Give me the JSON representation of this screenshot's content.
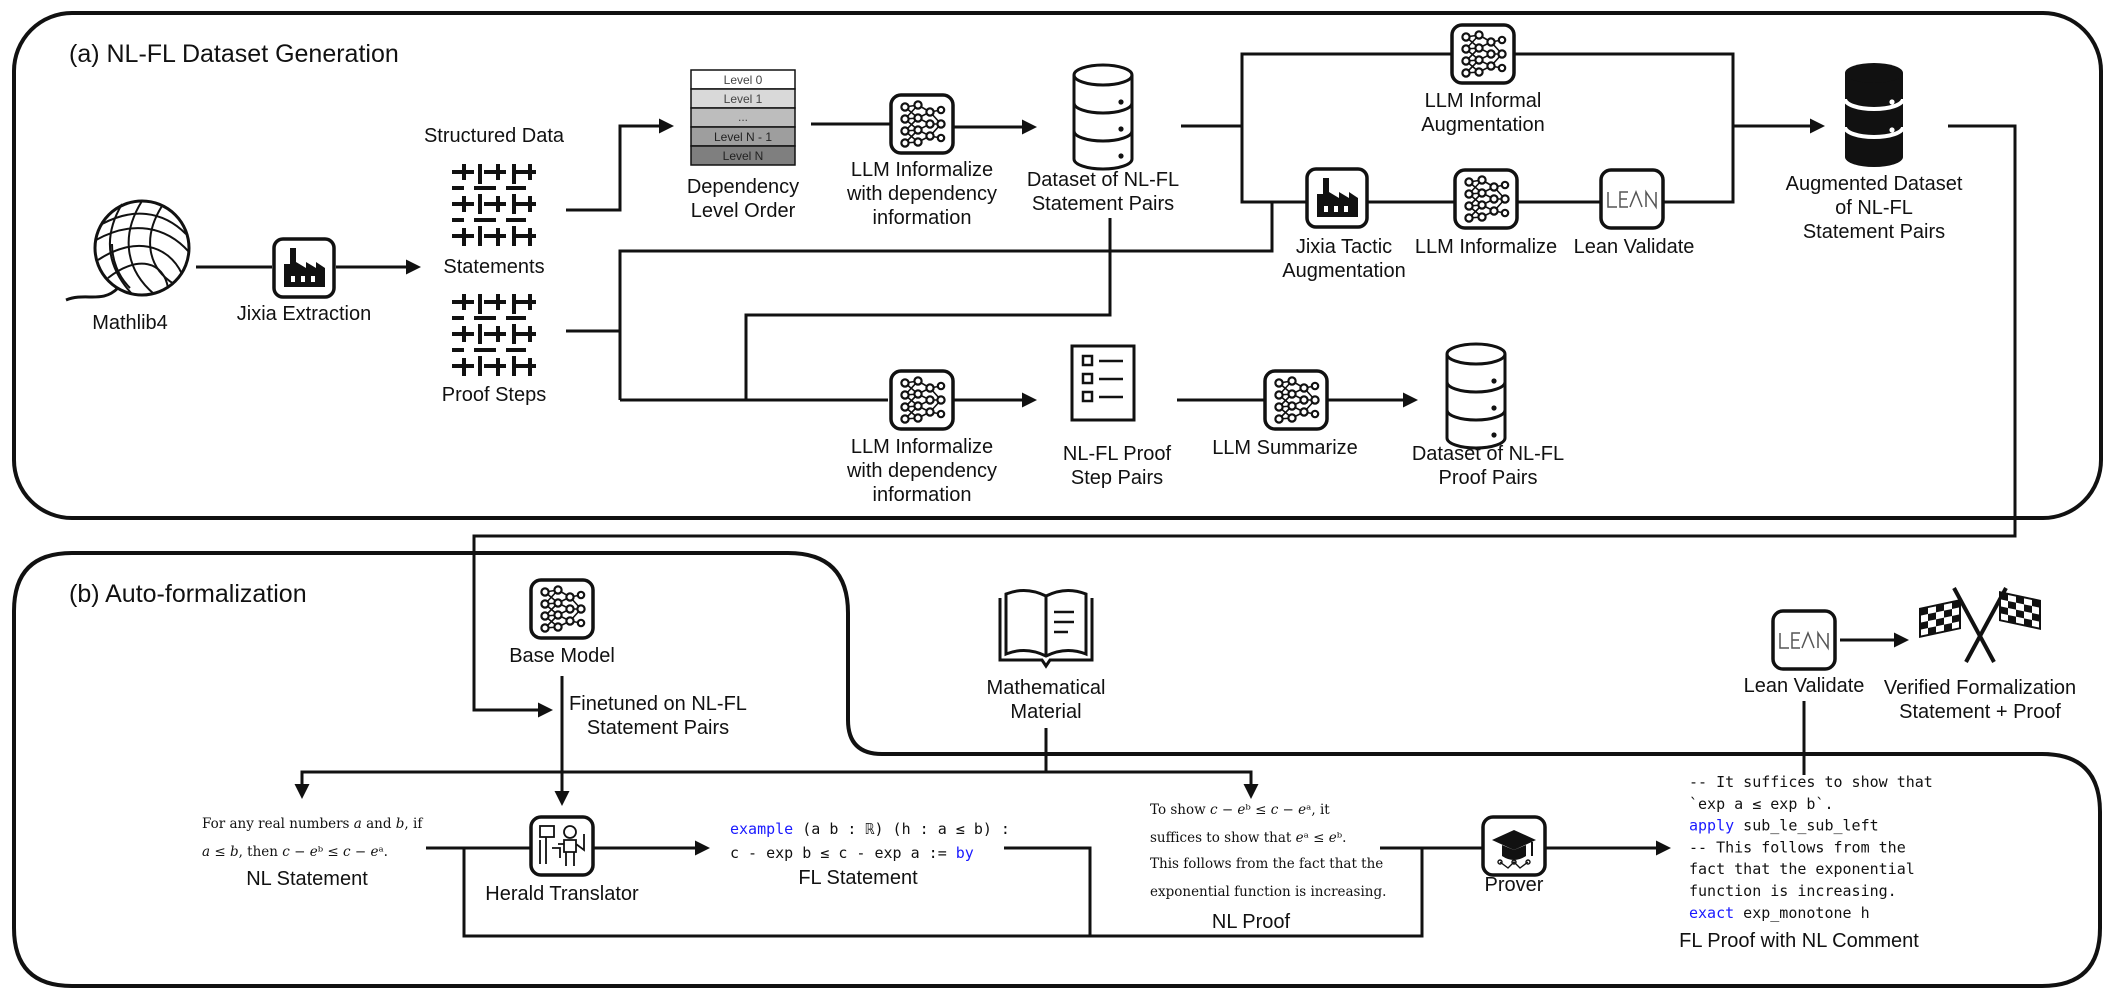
{
  "panel_a": {
    "title": "(a) NL-FL Dataset Generation",
    "mathlib": "Mathlib4",
    "extraction": "Jixia Extraction",
    "structured_data": "Structured Data",
    "statements": "Statements",
    "proof_steps": "Proof Steps",
    "levels": [
      "Level 0",
      "Level 1",
      "...",
      "Level N - 1",
      "Level N"
    ],
    "dependency_order": [
      "Dependency",
      "Level Order"
    ],
    "informalize_dep_top": [
      "LLM Informalize",
      "with dependency",
      "information"
    ],
    "dataset_statement_pairs": [
      "Dataset of NL-FL",
      "Statement Pairs"
    ],
    "informal_augmentation": [
      "LLM Informal",
      "Augmentation"
    ],
    "tactic_augmentation": [
      "Jixia Tactic",
      "Augmentation"
    ],
    "llm_informalize": "LLM Informalize",
    "lean_validate": "Lean Validate",
    "augmented_dataset": [
      "Augmented Dataset",
      "of NL-FL",
      "Statement Pairs"
    ],
    "informalize_dep_bottom": [
      "LLM Informalize",
      "with dependency",
      "information"
    ],
    "proof_step_pairs": [
      "NL-FL Proof",
      "Step Pairs"
    ],
    "llm_summarize": "LLM Summarize",
    "dataset_proof_pairs": [
      "Dataset of NL-FL",
      "Proof Pairs"
    ]
  },
  "panel_b": {
    "title": "(b) Auto-formalization",
    "base_model": "Base Model",
    "finetuned": [
      "Finetuned on NL-FL",
      "Statement Pairs"
    ],
    "mathematical_material": [
      "Mathematical",
      "Material"
    ],
    "lean_validate": "Lean Validate",
    "verified": [
      "Verified Formalization",
      "Statement + Proof"
    ],
    "nl_statement_text": [
      "For any real numbers 𝑎 and 𝑏, if",
      "𝑎 ≤ 𝑏, then 𝑐 − 𝑒ᵇ ≤ 𝑐 − 𝑒ᵃ."
    ],
    "nl_statement": "NL Statement",
    "herald": "Herald Translator",
    "fl_code": {
      "line1": [
        {
          "t": "example",
          "c": "kw"
        },
        {
          "t": " (a b : ℝ) (h : a ≤ b) :",
          "c": "plain"
        }
      ],
      "line2": [
        {
          "t": "c - exp b ≤ c - exp a := ",
          "c": "plain"
        },
        {
          "t": "by",
          "c": "kw"
        }
      ]
    },
    "fl_statement": "FL Statement",
    "nl_proof_text": [
      "To show 𝑐 − 𝑒ᵇ ≤ 𝑐 − 𝑒ᵃ, it",
      "suffices to show that 𝑒ᵃ ≤ 𝑒ᵇ.",
      "This follows from the fact that the",
      "exponential function is increasing."
    ],
    "nl_proof": "NL Proof",
    "prover": "Prover",
    "fl_proof_code": [
      {
        "t": "-- It suffices to show that",
        "c": "comment"
      },
      {
        "t": "`exp a ≤ exp b`.",
        "c": "string"
      },
      {
        "t": "apply sub_le_sub_left",
        "c": "apply"
      },
      {
        "t": "-- This follows from the",
        "c": "comment"
      },
      {
        "t": "fact that the exponential",
        "c": "comment"
      },
      {
        "t": "function is increasing.",
        "c": "comment"
      },
      {
        "t": "exact exp_monotone h",
        "c": "exact"
      }
    ],
    "fl_proof_label": "FL Proof with NL Comment"
  },
  "colors": {
    "keyword": "#1a1aff",
    "comment": "#2e8b2e",
    "string": "#8b1a1a",
    "line": "#111111",
    "level_shades": [
      "#ffffff",
      "#d9d9d9",
      "#bdbdbd",
      "#9e9e9e",
      "#7f7f7f"
    ]
  },
  "icons": [
    "yarn-ball-icon",
    "factory-icon",
    "woven-grid-icon",
    "neural-network-icon",
    "database-icon",
    "lean-logo-icon",
    "checklist-icon",
    "book-icon",
    "robot-translator-icon",
    "graduation-cap-icon",
    "checkered-flags-icon"
  ]
}
